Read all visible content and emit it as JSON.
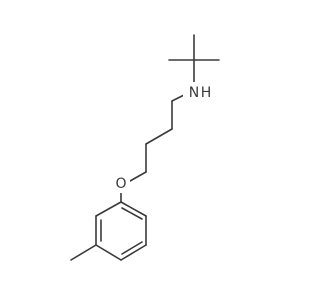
{
  "molecule": {
    "atom_labels": {
      "nitrogen": "N",
      "hydrogen": "H",
      "oxygen": "O"
    }
  }
}
